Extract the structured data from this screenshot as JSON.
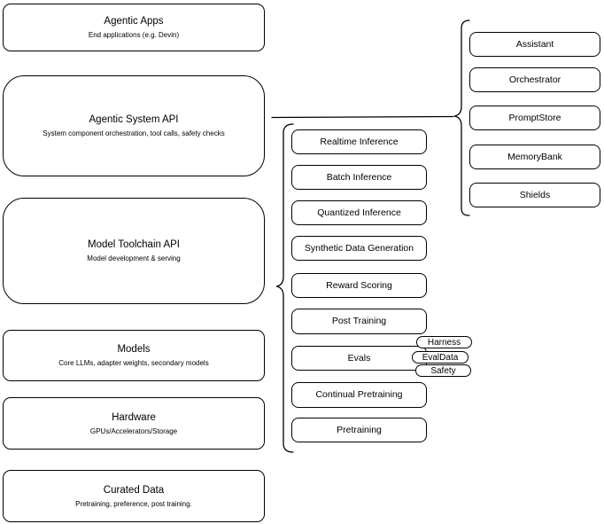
{
  "diagram": {
    "stack": [
      {
        "title": "Agentic Apps",
        "subtitle": "End applications (e.g. Devin)"
      },
      {
        "title": "Agentic System API",
        "subtitle": "System component orchestration, tool calls, safety checks"
      },
      {
        "title": "Model Toolchain API",
        "subtitle": "Model development & serving"
      },
      {
        "title": "Models",
        "subtitle": "Core LLMs, adapter weights, secondary models"
      },
      {
        "title": "Hardware",
        "subtitle": "GPUs/Accelerators/Storage"
      },
      {
        "title": "Curated Data",
        "subtitle": "Pretraining, preference, post training."
      }
    ],
    "toolchain_items": [
      "Realtime Inference",
      "Batch Inference",
      "Quantized Inference",
      "Synthetic Data Generation",
      "Reward Scoring",
      "Post Training",
      "Evals",
      "Continual Pretraining",
      "Pretraining"
    ],
    "eval_tags": [
      "Harness",
      "EvalData",
      "Safety"
    ],
    "system_components": [
      "Assistant",
      "Orchestrator",
      "PromptStore",
      "MemoryBank",
      "Shields"
    ],
    "colors": {
      "stroke": "#000000",
      "background": "#ffffff",
      "text": "#000000"
    }
  }
}
